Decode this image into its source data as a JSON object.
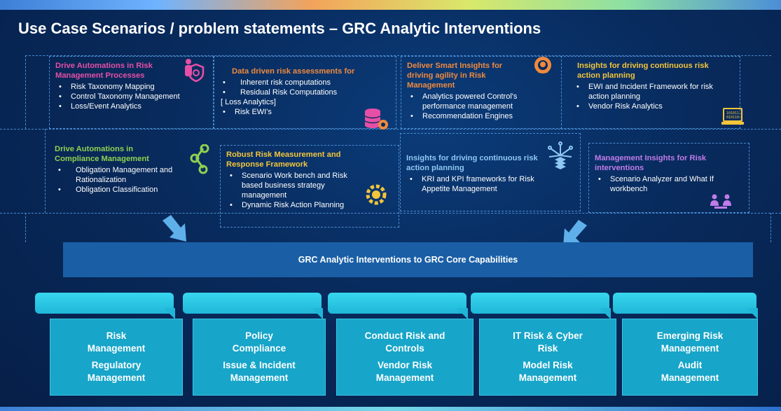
{
  "title": "Use Case Scenarios / problem statements – GRC Analytic Interventions",
  "colors": {
    "pink": "#e64fa6",
    "orange": "#f08a3e",
    "yellow": "#f3c53a",
    "green": "#8fd14f",
    "lightblue": "#8ec8f4",
    "purple": "#c17be8",
    "cyan": "#21c2df"
  },
  "cards": {
    "c1": {
      "head": "Drive Automations in Risk Management Processes",
      "items": [
        "Risk Taxonomy Mapping",
        "Control Taxonomy Management",
        "Loss/Event Analytics"
      ]
    },
    "c2": {
      "head": "Data driven risk assessments for",
      "items": [
        "Inherent risk computations",
        "Residual Risk Computations"
      ],
      "line3": "[ Loss Analytics]",
      "item4": "Risk EWI's"
    },
    "c3": {
      "head": "Deliver Smart Insights for driving agility in  Risk Management",
      "items": [
        "Analytics powered Control's performance management",
        "Recommendation Engines"
      ]
    },
    "c4": {
      "head": "Insights for driving continuous risk action planning",
      "items": [
        "EWI and Incident Framework for risk action planning",
        "Vendor Risk Analytics"
      ]
    },
    "c5": {
      "head": "Drive Automations in Compliance Management",
      "items": [
        "Obligation Management and Rationalization",
        "Obligation Classification"
      ]
    },
    "c6": {
      "head": "Robust Risk Measurement and Response Framework",
      "items": [
        "Scenario Work bench and Risk based business strategy management",
        "Dynamic Risk Action Planning"
      ]
    },
    "c7": {
      "head": "Insights for driving continuous risk action planning",
      "items": [
        "KRI and KPI frameworks for Risk Appetite Management"
      ]
    },
    "c8": {
      "head": "Management Insights for Risk interventions",
      "items": [
        "Scenario Analyzer and What If workbench"
      ]
    }
  },
  "core_bar": "GRC Analytic Interventions to GRC Core Capabilities",
  "capabilities": [
    {
      "a": "Risk",
      "b": "Management",
      "c": "Regulatory",
      "d": "Management"
    },
    {
      "a": "Policy",
      "b": "Compliance",
      "c": "Issue & Incident",
      "d": "Management"
    },
    {
      "a": "Conduct Risk and",
      "b": "Controls",
      "c": "Vendor Risk",
      "d": "Management"
    },
    {
      "a": "IT Risk & Cyber",
      "b": "Risk",
      "c": "Model Risk",
      "d": "Management"
    },
    {
      "a": "Emerging Risk",
      "b": "Management",
      "c": "Audit",
      "d": "Management"
    }
  ],
  "icons": {
    "c1": "shield-user-icon",
    "c2": "database-gear-icon",
    "c3": "worker-gear-icon",
    "c4": "binary-laptop-icon",
    "c5": "molecule-network-icon",
    "c6": "brain-gear-icon",
    "c7": "network-layers-icon",
    "c8": "people-meeting-icon"
  }
}
